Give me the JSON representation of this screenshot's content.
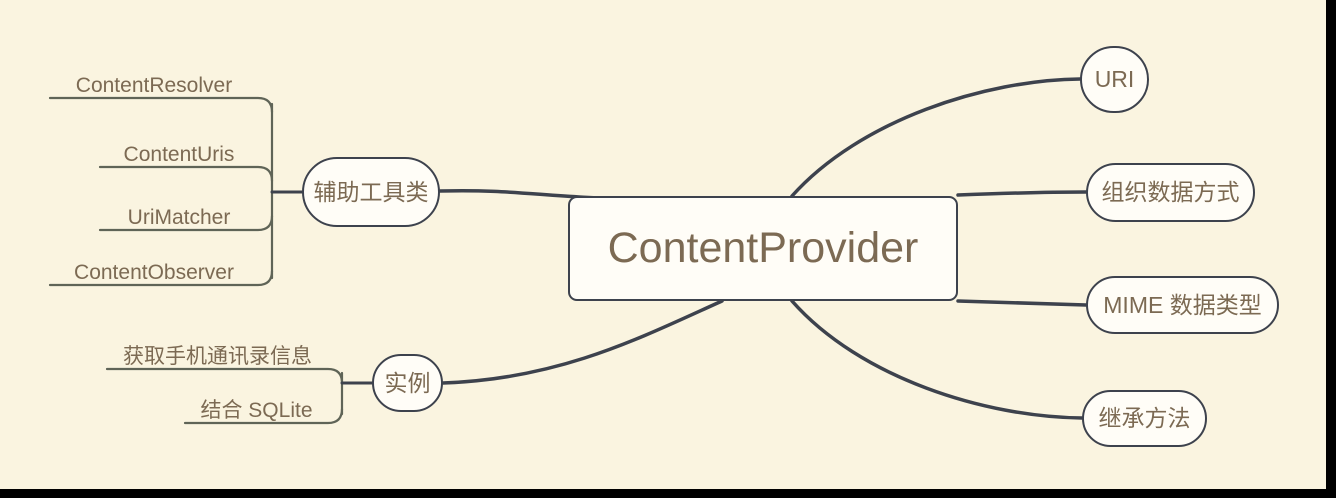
{
  "diagram": {
    "type": "mindmap",
    "title": "ContentProvider",
    "background_color": "#faf4e0",
    "node_fill_color": "#fffdf7",
    "node_border_color": "#3d424d",
    "text_color": "#7c6a53",
    "edge_color": "#3d424d",
    "leaf_line_color": "#5f6457",
    "root": {
      "label": "ContentProvider"
    },
    "branches": {
      "left": [
        {
          "label": "辅助工具类",
          "children": [
            {
              "label": "ContentResolver"
            },
            {
              "label": "ContentUris"
            },
            {
              "label": "UriMatcher"
            },
            {
              "label": "ContentObserver"
            }
          ]
        },
        {
          "label": "实例",
          "children": [
            {
              "label": "获取手机通讯录信息"
            },
            {
              "label": "结合 SQLite"
            }
          ]
        }
      ],
      "right": [
        {
          "label": "URI"
        },
        {
          "label": "组织数据方式"
        },
        {
          "label": "MIME 数据类型"
        },
        {
          "label": "继承方法"
        }
      ]
    }
  }
}
